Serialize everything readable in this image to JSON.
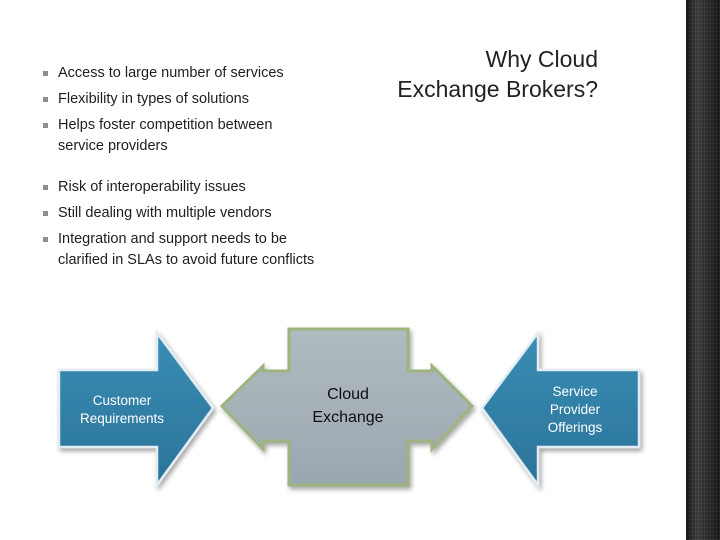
{
  "slide": {
    "title_line1": "Why Cloud",
    "title_line2": "Exchange Brokers?",
    "bullets": [
      "Access to large number of services",
      "Flexibility in types of solutions",
      "Helps foster competition between service providers",
      "Risk of interoperability issues",
      "Still dealing with multiple vendors",
      "Integration and support needs to be clarified in SLAs to avoid future conflicts"
    ]
  },
  "diagram": {
    "left_arrow": {
      "line1": "Customer",
      "line2": "Requirements"
    },
    "center_box": {
      "line1": "Cloud",
      "line2": "Exchange"
    },
    "right_arrow": {
      "line1": "Service",
      "line2": "Provider",
      "line3": "Offerings"
    }
  },
  "colors": {
    "blue_arrow": "#2e7ea4",
    "blue_border": "#dfe9ef",
    "grey_box": "#a6b1b8",
    "green_border": "#9bb27d"
  }
}
